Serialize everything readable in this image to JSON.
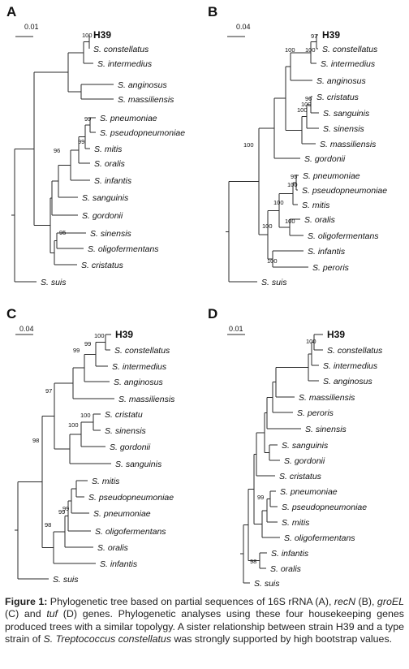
{
  "panels": [
    {
      "id": "A",
      "label": "A",
      "scale_label": "0.01",
      "leaves": [
        {
          "name": "H39",
          "bold": true
        },
        {
          "name": "S. constellatus"
        },
        {
          "name": "S. intermedius"
        },
        {
          "name": "S. anginosus"
        },
        {
          "name": "S. massiliensis"
        },
        {
          "name": "S. pneumoniae"
        },
        {
          "name": "S. pseudopneumoniae"
        },
        {
          "name": "S. mitis"
        },
        {
          "name": "S. oralis"
        },
        {
          "name": "S. infantis"
        },
        {
          "name": "S. sanguinis"
        },
        {
          "name": "S. gordonii"
        },
        {
          "name": "S. sinensis"
        },
        {
          "name": "S. oligofermentans"
        },
        {
          "name": "S. cristatus"
        },
        {
          "name": "S. suis"
        }
      ],
      "bootstrap": [
        "100",
        "99",
        "99",
        "96",
        "95"
      ]
    },
    {
      "id": "B",
      "label": "B",
      "scale_label": "0.04",
      "leaves": [
        {
          "name": "H39",
          "bold": true
        },
        {
          "name": "S. constellatus"
        },
        {
          "name": "S. intermedius"
        },
        {
          "name": "S. anginosus"
        },
        {
          "name": "S. cristatus"
        },
        {
          "name": "S. sanguinis"
        },
        {
          "name": "S. sinensis"
        },
        {
          "name": "S. massiliensis"
        },
        {
          "name": "S. gordonii"
        },
        {
          "name": "S. pneumoniae"
        },
        {
          "name": "S. pseudopneumoniae"
        },
        {
          "name": "S. mitis"
        },
        {
          "name": "S. oralis"
        },
        {
          "name": "S. oligofermentans"
        },
        {
          "name": "S. infantis"
        },
        {
          "name": "S. peroris"
        },
        {
          "name": "S. suis"
        }
      ],
      "bootstrap": [
        "97",
        "100",
        "100",
        "96",
        "100",
        "100",
        "100",
        "95",
        "100",
        "100",
        "100",
        "100",
        "100",
        "100"
      ]
    },
    {
      "id": "C",
      "label": "C",
      "scale_label": "0.04",
      "leaves": [
        {
          "name": "H39",
          "bold": true
        },
        {
          "name": "S. constellatus"
        },
        {
          "name": "S. intermedius"
        },
        {
          "name": "S. anginosus"
        },
        {
          "name": "S. massiliensis"
        },
        {
          "name": "S. cristatu"
        },
        {
          "name": "S. sinensis"
        },
        {
          "name": "S. gordonii"
        },
        {
          "name": "S. sanguinis"
        },
        {
          "name": "S. mitis"
        },
        {
          "name": "S. pseudopneumoniae"
        },
        {
          "name": "S. pneumoniae"
        },
        {
          "name": "S. oligofermentans"
        },
        {
          "name": "S. oralis"
        },
        {
          "name": "S. infantis"
        },
        {
          "name": "S. suis"
        }
      ],
      "bootstrap": [
        "100",
        "99",
        "99",
        "97",
        "100",
        "100",
        "98",
        "99",
        "99",
        "98"
      ]
    },
    {
      "id": "D",
      "label": "D",
      "scale_label": "0.01",
      "leaves": [
        {
          "name": "H39",
          "bold": true
        },
        {
          "name": "S. constellatus"
        },
        {
          "name": "S. intermedius"
        },
        {
          "name": "S. anginosus"
        },
        {
          "name": "S. massiliensis"
        },
        {
          "name": "S. peroris"
        },
        {
          "name": "S. sinensis"
        },
        {
          "name": "S. sanguinis"
        },
        {
          "name": "S. gordonii"
        },
        {
          "name": "S. cristatus"
        },
        {
          "name": "S. pneumoniae"
        },
        {
          "name": "S. pseudopneumoniae"
        },
        {
          "name": "S. mitis"
        },
        {
          "name": "S. oligofermentans"
        },
        {
          "name": "S. infantis"
        },
        {
          "name": "S. oralis"
        },
        {
          "name": "S. suis"
        }
      ],
      "bootstrap": [
        "100",
        "99",
        "98"
      ]
    }
  ],
  "caption": {
    "figure_label": "Figure 1:",
    "text_1": " Phylogenetic tree based on partial sequences of 16S rRNA (A), ",
    "gene_1": "recN",
    "text_2": " (B), ",
    "gene_2": "groEL",
    "text_3": " (C) and ",
    "gene_3": "tuf",
    "text_4": " (D) genes. Phylogenetic analyses using these four housekeeping genes produced trees with a similar topolygy. A sister relationship between strain H39 and a type strain of ",
    "species": "S. Treptococcus constellatus",
    "text_5": " was strongly supported by high bootstrap values."
  }
}
